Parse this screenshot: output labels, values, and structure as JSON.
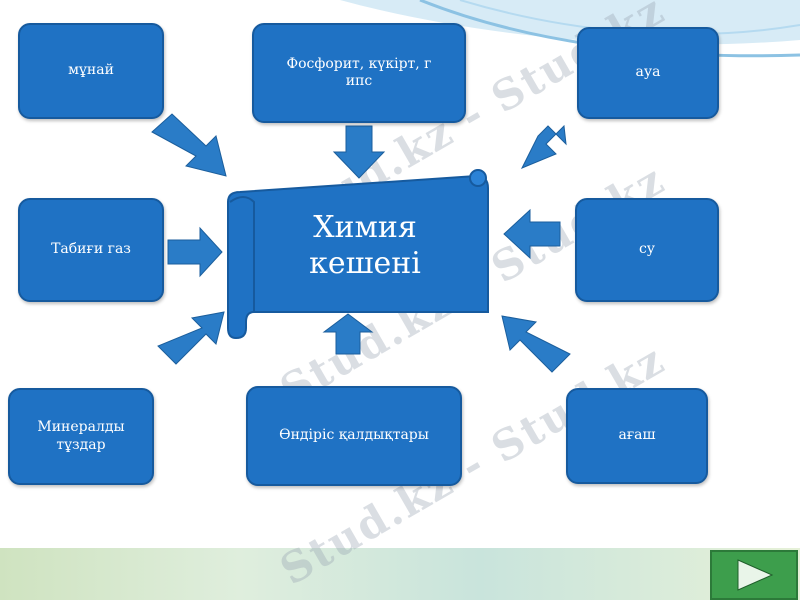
{
  "center": {
    "title_line1": "Химия",
    "title_line2": "кешені"
  },
  "nodes": {
    "munai": "мұнай",
    "phosphorite_line1": "Фосфорит, күкірт, г",
    "phosphorite_line2": "ипс",
    "aua": "ауа",
    "tabigi_gaz": "Табиғи газ",
    "su": "су",
    "mineral_line1": "Минералды",
    "mineral_line2": "тұздар",
    "ondiris": "Өндіріс қалдықтары",
    "agash": "ағаш"
  },
  "watermark": "Stud.kz - Stud.kz",
  "colors": {
    "node_fill": "#1f72c4",
    "arrow_fill": "#2a7cc7",
    "nav_button": "#3d9e4c"
  },
  "icons": {
    "next": "play-arrow-icon"
  }
}
